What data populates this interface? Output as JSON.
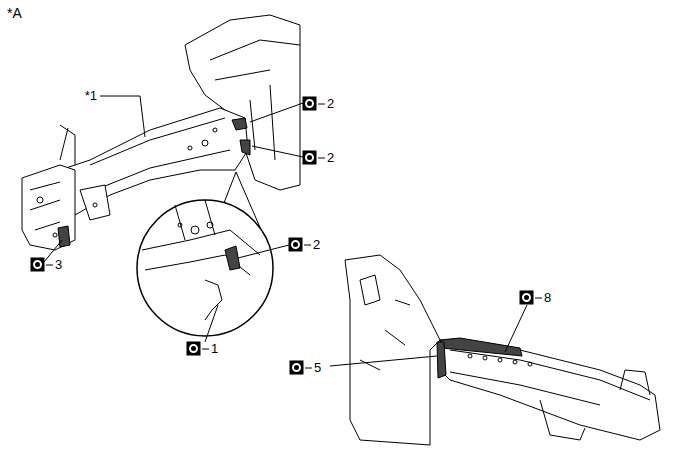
{
  "diagram": {
    "labels": [
      "*A",
      "*1",
      "2",
      "2",
      "3",
      "2",
      "1",
      "8",
      "5"
    ]
  }
}
